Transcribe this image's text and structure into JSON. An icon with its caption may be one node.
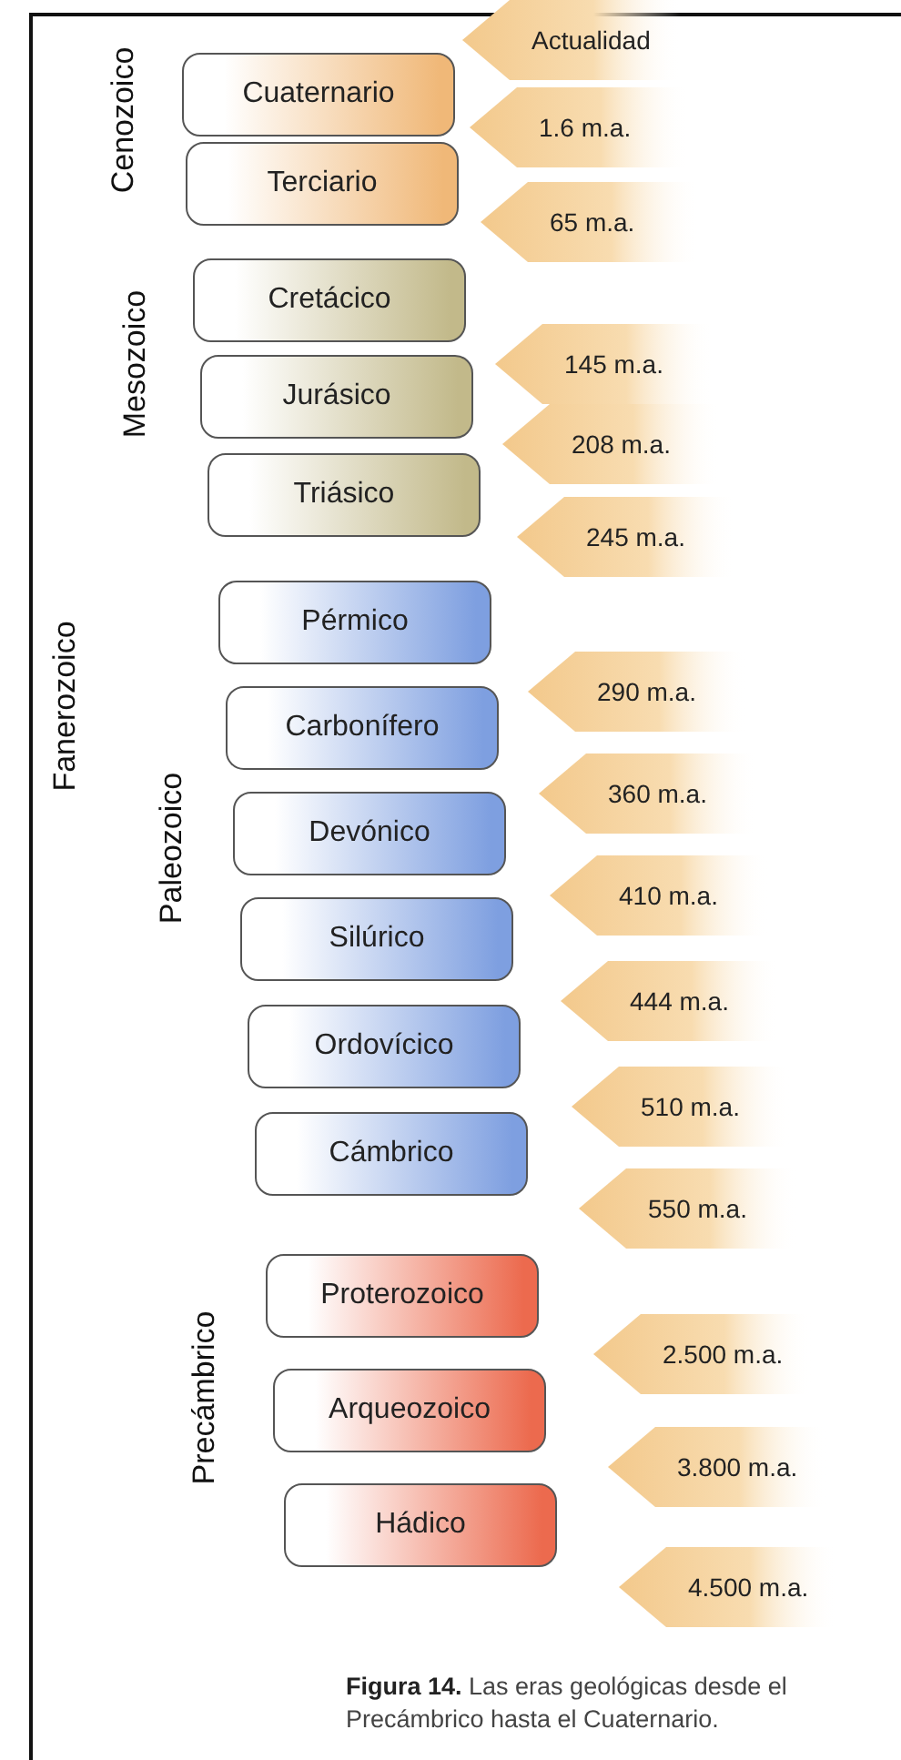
{
  "diagram": {
    "nodes": [
      {
        "text": [
          "Actualidad"
        ]
      },
      {
        "text": [
          "Cuaternario"
        ]
      },
      {
        "text": [
          "1.6 m.a."
        ]
      },
      {
        "text": [
          "Terciario"
        ]
      },
      {
        "text": [
          "65 m.a."
        ]
      },
      {
        "text": [
          "Cretácico"
        ]
      },
      {
        "text": [
          "145 m.a."
        ]
      },
      {
        "text": [
          "Jurásico"
        ]
      },
      {
        "text": [
          "208 m.a."
        ]
      },
      {
        "text": [
          "Triásico"
        ]
      },
      {
        "text": [
          "245 m.a."
        ]
      },
      {
        "text": [
          "Pérmico"
        ]
      },
      {
        "text": [
          "290 m.a."
        ]
      },
      {
        "text": [
          "Carbonífero"
        ]
      },
      {
        "text": [
          "360 m.a."
        ]
      },
      {
        "text": [
          "Devónico"
        ]
      },
      {
        "text": [
          "410 m.a."
        ]
      },
      {
        "text": [
          "Silúrico"
        ]
      },
      {
        "text": [
          "444 m.a."
        ]
      },
      {
        "text": [
          "Ordovícico"
        ]
      },
      {
        "text": [
          "510 m.a."
        ]
      },
      {
        "text": [
          "Cámbrico"
        ]
      },
      {
        "text": [
          "550 m.a."
        ]
      },
      {
        "text": [
          "Proterozoico"
        ]
      },
      {
        "text": [
          "2.500 m.a."
        ]
      },
      {
        "text": [
          "Arqueozoico"
        ]
      },
      {
        "text": [
          "3.800 m.a."
        ]
      },
      {
        "text": [
          "Hádico"
        ]
      },
      {
        "text": [
          "4.500 m.a."
        ]
      }
    ],
    "labels": [
      "Cenozoico",
      "Mesozoico",
      "Fanerozoico",
      "Paleozoico",
      "Precámbrico"
    ],
    "caption": "**Figura 14.** Las eras geológicas desde el Precámbrico hasta el Cuaternario."
  }
}
